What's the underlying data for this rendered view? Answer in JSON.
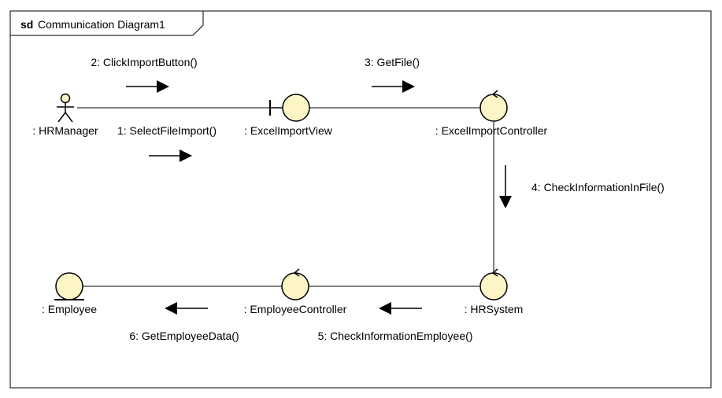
{
  "frame": {
    "keyword": "sd",
    "title": "Communication Diagram1"
  },
  "objects": {
    "hr_manager": {
      "label": ": HRManager",
      "kind": "actor"
    },
    "excel_import_view": {
      "label": ": ExcelImportView",
      "kind": "boundary"
    },
    "excel_import_controller": {
      "label": ": ExcelImportController",
      "kind": "control"
    },
    "hr_system": {
      "label": ": HRSystem",
      "kind": "control"
    },
    "employee_controller": {
      "label": ": EmployeeController",
      "kind": "control"
    },
    "employee": {
      "label": ": Employee",
      "kind": "entity"
    }
  },
  "messages": {
    "m1": {
      "label": "1: SelectFileImport()",
      "direction": "right"
    },
    "m2": {
      "label": "2: ClickImportButton()",
      "direction": "right"
    },
    "m3": {
      "label": "3: GetFile()",
      "direction": "right"
    },
    "m4": {
      "label": "4: CheckInformationInFile()",
      "direction": "down"
    },
    "m5": {
      "label": "5: CheckInformationEmployee()",
      "direction": "left"
    },
    "m6": {
      "label": "6: GetEmployeeData()",
      "direction": "left"
    }
  },
  "colors": {
    "element_fill": "#fdf5c6",
    "stroke": "#000000",
    "background": "#ffffff"
  }
}
